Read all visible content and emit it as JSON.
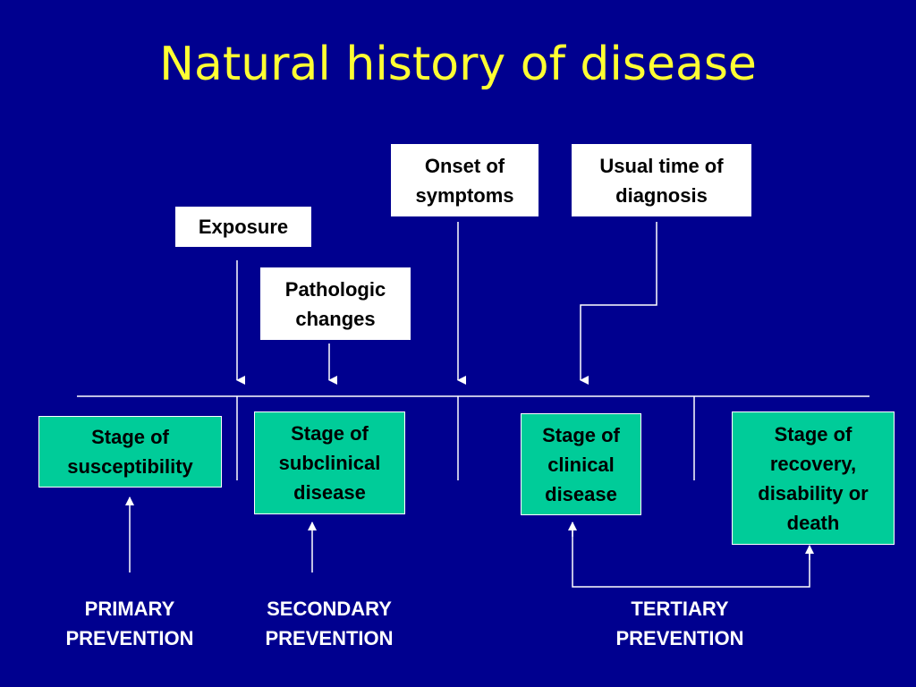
{
  "slide": {
    "title": "Natural history of disease",
    "background_color": "#00008f",
    "title_color": "#ffff33",
    "stage_color": "#00cc99"
  },
  "events": {
    "exposure": "Exposure",
    "pathologic_changes": "Pathologic\nchanges",
    "onset_of_symptoms": "Onset of\nsymptoms",
    "usual_time_of_diagnosis": "Usual time of\ndiagnosis"
  },
  "stages": {
    "susceptibility": "Stage of\nsusceptibility",
    "subclinical": "Stage of\nsubclinical\ndisease",
    "clinical": "Stage of\nclinical\ndisease",
    "recovery": "Stage of\nrecovery,\ndisability or\ndeath"
  },
  "prevention": {
    "primary": "PRIMARY\nPREVENTION",
    "secondary": "SECONDARY\nPREVENTION",
    "tertiary": "TERTIARY\nPREVENTION"
  }
}
